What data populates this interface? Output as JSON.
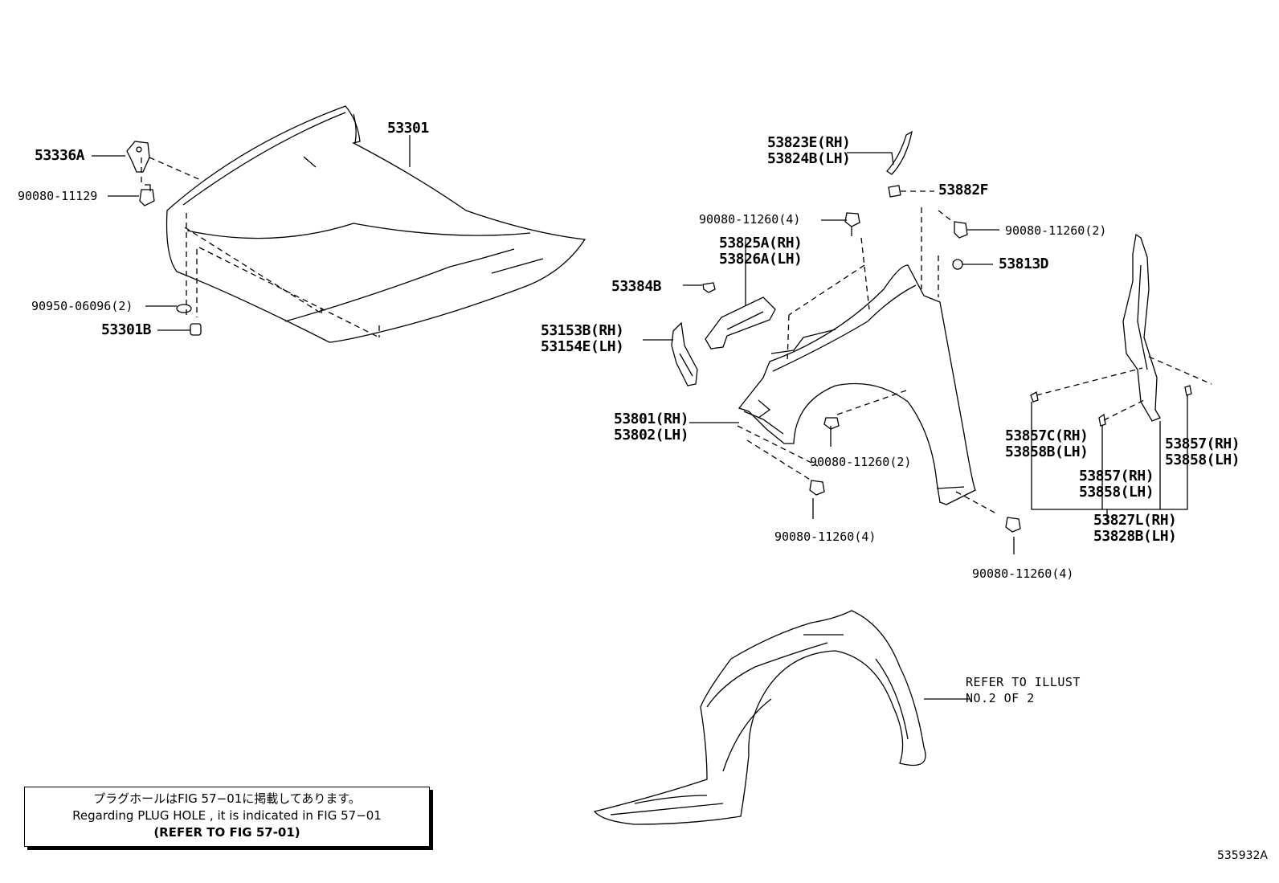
{
  "parts": {
    "hood": "53301",
    "hood_hinge": "53336A",
    "bolt_11129": "90080-11129",
    "plug_06096": "90950-06096(2)",
    "cushion": "53301B",
    "seal_rh": "53823E(RH)",
    "seal_lh": "53824B(LH)",
    "clip_53882f": "53882F",
    "bolt_top_4": "90080-11260(4)",
    "bolt_top_2": "90080-11260(2)",
    "bracket_rh": "53825A(RH)",
    "bracket_lh": "53826A(LH)",
    "clip_53813d": "53813D",
    "clip_53384b": "53384B",
    "support_rh": "53153B(RH)",
    "support_lh": "53154E(LH)",
    "fender_rh": "53801(RH)",
    "fender_lh": "53802(LH)",
    "bolt_mid_2": "90080-11260(2)",
    "bolt_low_4": "90080-11260(4)",
    "bolt_right_4": "90080-11260(4)",
    "seal_c_rh": "53857C(RH)",
    "seal_b_lh": "53858B(LH)",
    "seal_57_rh_a": "53857(RH)",
    "seal_58_lh_a": "53858(LH)",
    "seal_57_rh_b": "53857(RH)",
    "seal_58_lh_b": "53858(LH)",
    "seal_assy_rh": "53827L(RH)",
    "seal_assy_lh": "53828B(LH)"
  },
  "refer": {
    "line1": "REFER TO ILLUST",
    "line2": "NO.2 OF 2"
  },
  "note": {
    "jp": "プラグホールはFIG 57−01に掲載してあります。",
    "en": "Regarding  PLUG  HOLE , it is indicated in FIG  57−01",
    "ref": "(REFER TO FIG 57-01)"
  },
  "figure_id": "535932A"
}
